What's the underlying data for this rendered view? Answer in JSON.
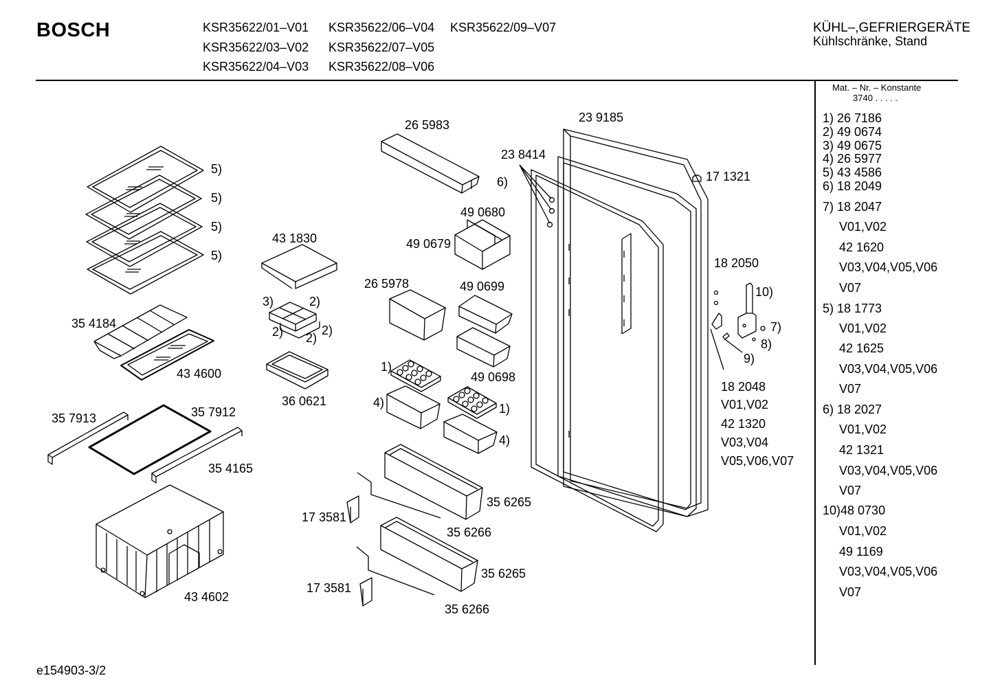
{
  "header": {
    "brand": "BOSCH",
    "models": [
      "KSR35622/01–V01",
      "KSR35622/06–V04",
      "KSR35622/09–V07",
      "KSR35622/03–V02",
      "KSR35622/07–V05",
      "KSR35622/04–V03",
      "KSR35622/08–V06"
    ],
    "category": "KÜHL–,GEFRIERGERÄTE",
    "subcategory": "Kühlschränke, Stand"
  },
  "legend": {
    "mat_title": "Mat. – Nr. – Konstante",
    "mat_code": "3740  .   .   .   .   .",
    "entries": [
      "1) 26 7186",
      "2) 49 0674",
      "3) 49 0675",
      "4) 26 5977",
      "5) 43 4586",
      "6) 18 2049",
      "7) 18 2047",
      "V01,V02",
      "42 1620",
      "V03,V04,V05,V06",
      "V07",
      "5) 18 1773",
      "V01,V02",
      "42 1625",
      "V03,V04,V05,V06",
      "V07",
      "6) 18 2027",
      "V01,V02",
      "42 1321",
      "V03,V04,V05,V06",
      "V07",
      "10)48 0730",
      "V01,V02",
      "49 1169",
      "V03,V04,V05,V06",
      "V07"
    ]
  },
  "labels": {
    "l_5_a": "5)",
    "l_5_b": "5)",
    "l_5_c": "5)",
    "l_5_d": "5)",
    "l_354184": "35 4184",
    "l_434600": "43 4600",
    "l_357913": "35 7913",
    "l_357912": "35 7912",
    "l_354165": "35 4165",
    "l_434602": "43 4602",
    "l_431830": "43 1830",
    "l_3a": "3)",
    "l_2a": "2)",
    "l_2b": "2)",
    "l_2c": "2)",
    "l_2d": "2)",
    "l_360621": "36 0621",
    "l_265983": "26 5983",
    "l_490680": "49 0680",
    "l_490679": "49 0679",
    "l_265978": "26 5978",
    "l_490699": "49 0699",
    "l_490698": "49 0698",
    "l_1a": "1)",
    "l_1b": "1)",
    "l_4a": "4)",
    "l_4b": "4)",
    "l_356265a": "35 6265",
    "l_356266a": "35 6266",
    "l_173581a": "17 3581",
    "l_356265b": "35 6265",
    "l_356266b": "35 6266",
    "l_173581b": "17 3581",
    "l_239185": "23 9185",
    "l_238414": "23 8414",
    "l_6": "6)",
    "l_171321": "17 1321",
    "l_182050": "18 2050",
    "l_10": "10)",
    "l_7": "7)",
    "l_8": "8)",
    "l_9": "9)",
    "l_182048": "18 2048",
    "l_v0102": "V01,V02",
    "l_421320": "42 1320",
    "l_v0304": "V03,V04",
    "l_v050607": "V05,V06,V07"
  },
  "footer": {
    "code": "e154903-3/2"
  }
}
